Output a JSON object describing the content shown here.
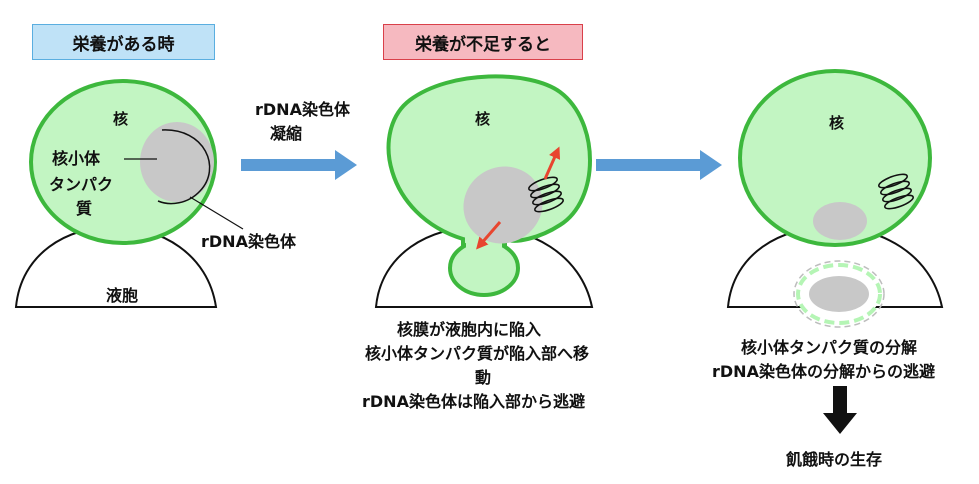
{
  "panel1": {
    "header": "栄養がある時",
    "header_bg": "#bfe2f7",
    "header_border": "#5aaee0",
    "nucleus_label": "核",
    "nucleolar_label_1": "核小体",
    "nucleolar_label_2": "タンパク",
    "nucleolar_label_3": "質",
    "rdna_label": "rDNA染色体",
    "vacuole_label": "液胞"
  },
  "transition1": {
    "line1": "rDNA染色体",
    "line2": "凝縮"
  },
  "panel2": {
    "header": "栄養が不足すると",
    "header_bg": "#f6b9c0",
    "header_border": "#d9404a",
    "nucleus_label": "核",
    "caption_1": "核膜が液胞内に陥入",
    "caption_2": "核小体タンパク質が陥入部へ移",
    "caption_3": "動",
    "caption_4": "rDNA染色体は陥入部から逃避"
  },
  "panel3": {
    "nucleus_label": "核",
    "caption_1": "核小体タンパク質の分解",
    "caption_2": "rDNA染色体の分解からの逃避",
    "result": "飢餓時の生存"
  },
  "colors": {
    "nucleus_fill": "#c2f5c2",
    "nucleus_stroke": "#3db83d",
    "protein_fill": "#c8c8c8",
    "arrow_blue": "#5b9bd5",
    "arrow_red": "#e8452f"
  }
}
